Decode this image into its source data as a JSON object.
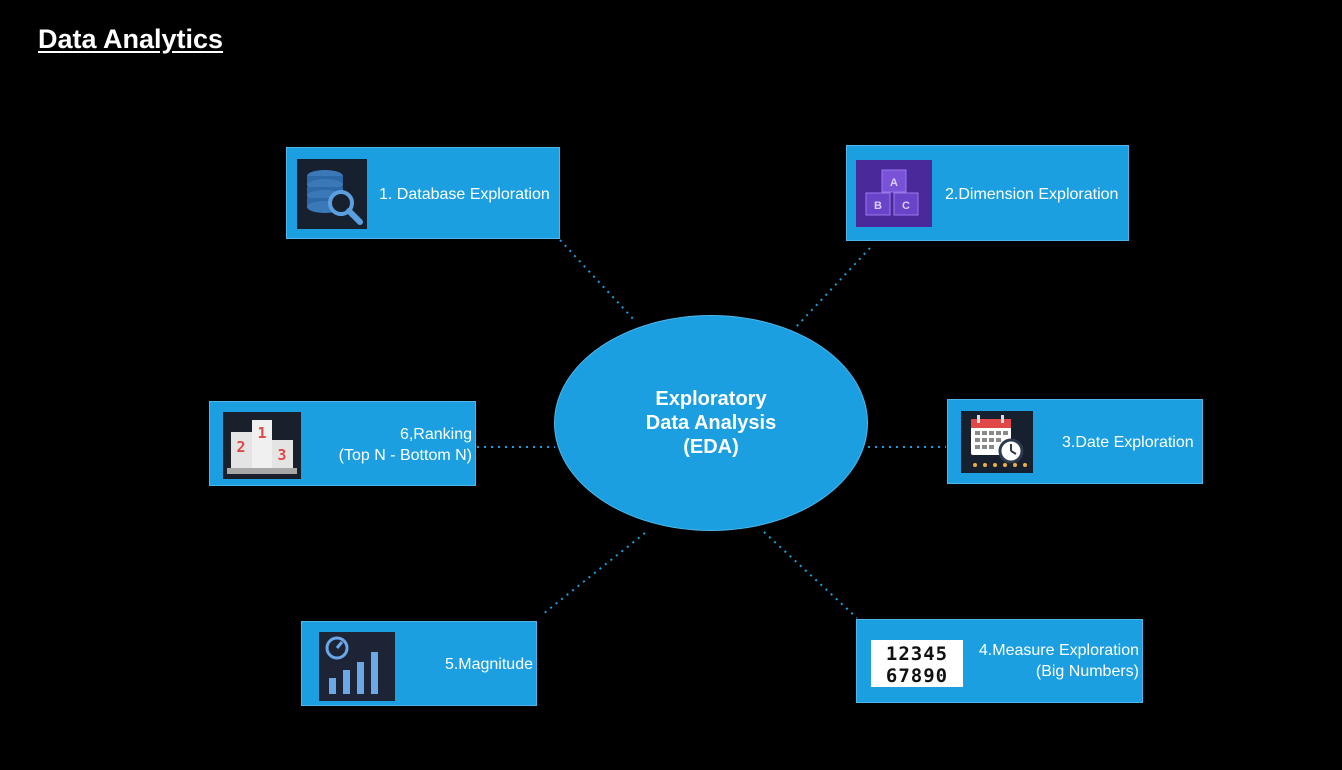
{
  "title": "Data Analytics",
  "center": {
    "lines": [
      "Exploratory",
      "Data Analysis",
      "(EDA)"
    ]
  },
  "nodes": {
    "database": {
      "lines": [
        "1. Database Exploration"
      ],
      "icon": "database-search-icon"
    },
    "dimension": {
      "lines": [
        "2.Dimension Exploration"
      ],
      "icon": "abc-blocks-icon",
      "icon_letters": [
        "A",
        "B",
        "C"
      ]
    },
    "date": {
      "lines": [
        "3.Date Exploration"
      ],
      "icon": "calendar-clock-icon"
    },
    "measure": {
      "lines": [
        "4.Measure Exploration",
        "(Big Numbers)"
      ],
      "icon": "big-numbers-icon",
      "icon_digits": [
        "12345",
        "67890"
      ]
    },
    "magnitude": {
      "lines": [
        "5.Magnitude"
      ],
      "icon": "bar-chart-gauge-icon"
    },
    "ranking": {
      "lines": [
        "6,Ranking",
        "(Top N - Bottom N)"
      ],
      "icon": "podium-icon",
      "icon_places": [
        "1",
        "2",
        "3"
      ]
    }
  },
  "colors": {
    "background": "#000000",
    "node_fill": "#1b9fe0",
    "connector": "#1b9fe0",
    "text": "#ffffff"
  }
}
